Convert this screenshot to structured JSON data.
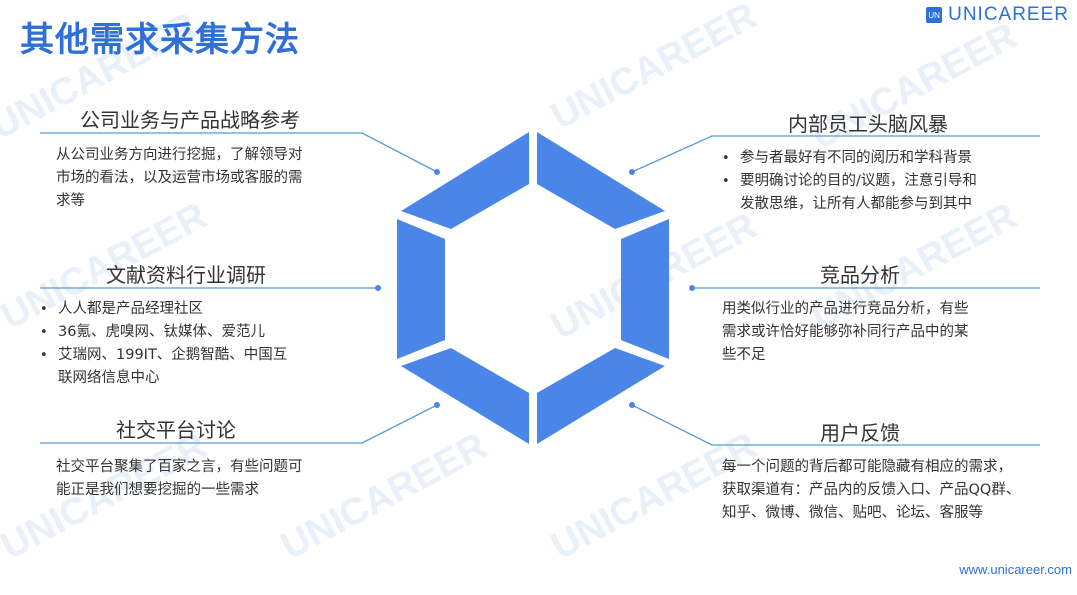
{
  "title": "其他需求采集方法",
  "brand": {
    "logo_text": "UN",
    "name": "UNICAREER"
  },
  "footer": {
    "url": "www.unicareer.com"
  },
  "watermark_text": "UNICAREER",
  "colors": {
    "accent": "#2f6fd6",
    "hex_fill": "#4a86e8",
    "line": "#5b9bd5",
    "text": "#333333"
  },
  "sections": {
    "company_strategy": {
      "title": "公司业务与产品战略参考",
      "lines": [
        "从公司业务方向进行挖掘，了解领导对",
        "市场的看法，以及运营市场或客服的需",
        "求等"
      ]
    },
    "literature_research": {
      "title": "文献资料行业调研",
      "items": [
        {
          "lines": [
            "人人都是产品经理社区"
          ]
        },
        {
          "lines": [
            "36氪、虎嗅网、钛媒体、爱范儿"
          ]
        },
        {
          "lines": [
            "艾瑞网、199IT、企鹅智酷、中国互",
            "联网络信息中心"
          ]
        }
      ]
    },
    "social_discussion": {
      "title": "社交平台讨论",
      "lines": [
        "社交平台聚集了百家之言，有些问题可",
        "能正是我们想要挖掘的一些需求"
      ]
    },
    "brainstorm": {
      "title": "内部员工头脑风暴",
      "items": [
        {
          "lines": [
            "参与者最好有不同的阅历和学科背景"
          ]
        },
        {
          "lines": [
            "要明确讨论的目的/议题，注意引导和",
            "发散思维，让所有人都能参与到其中"
          ]
        }
      ]
    },
    "competitor": {
      "title": "竞品分析",
      "lines": [
        "用类似行业的产品进行竞品分析，有些",
        "需求或许恰好能够弥补同行产品中的某",
        "些不足"
      ]
    },
    "feedback": {
      "title": "用户反馈",
      "lines": [
        "每一个问题的背后都可能隐藏有相应的需求，",
        "获取渠道有：产品内的反馈入口、产品QQ群、",
        "知乎、微博、微信、贴吧、论坛、客服等"
      ]
    }
  }
}
